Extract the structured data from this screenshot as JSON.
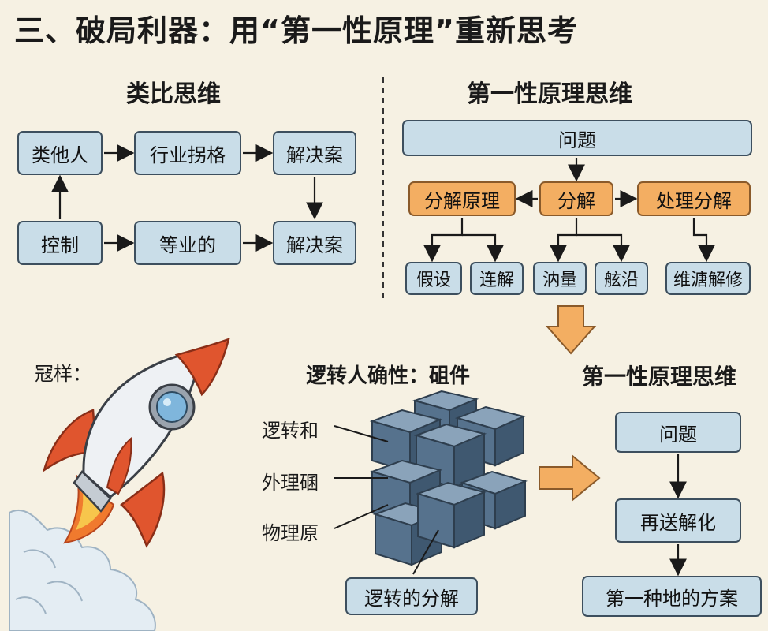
{
  "title": "三、破局利器：用“第一性原理”重新思考",
  "analogy": {
    "heading": "类比思维",
    "box_a": "类他人",
    "box_b": "行业拐格",
    "box_c": "解决案",
    "box_d": "控制",
    "box_e": "等业的",
    "box_f": "解决案"
  },
  "first_principles": {
    "heading": "第一性原理思维",
    "problem": "问题",
    "left": "分解原理",
    "center": "分解",
    "right": "处理分解",
    "leaf_1": "假设",
    "leaf_2": "连解",
    "leaf_3": "汭量",
    "leaf_4": "舷沿",
    "leaf_5": "维溏解修"
  },
  "example_label": "冦样：",
  "blocks": {
    "heading": "逻转人确性：砠件",
    "label_1": "逻转和",
    "label_2": "外理碅",
    "label_3": "物理原",
    "bottom": "逻转的分解"
  },
  "result": {
    "heading": "第一性原理思维",
    "step_1": "问题",
    "step_2": "再送解化",
    "step_3": "第一种地的方案"
  },
  "colors": {
    "box_blue": "#c9dde8",
    "box_orange": "#f3ae62",
    "background": "#f6f1e3",
    "cube_blue": "#56728d",
    "rocket_red": "#e0552e"
  }
}
